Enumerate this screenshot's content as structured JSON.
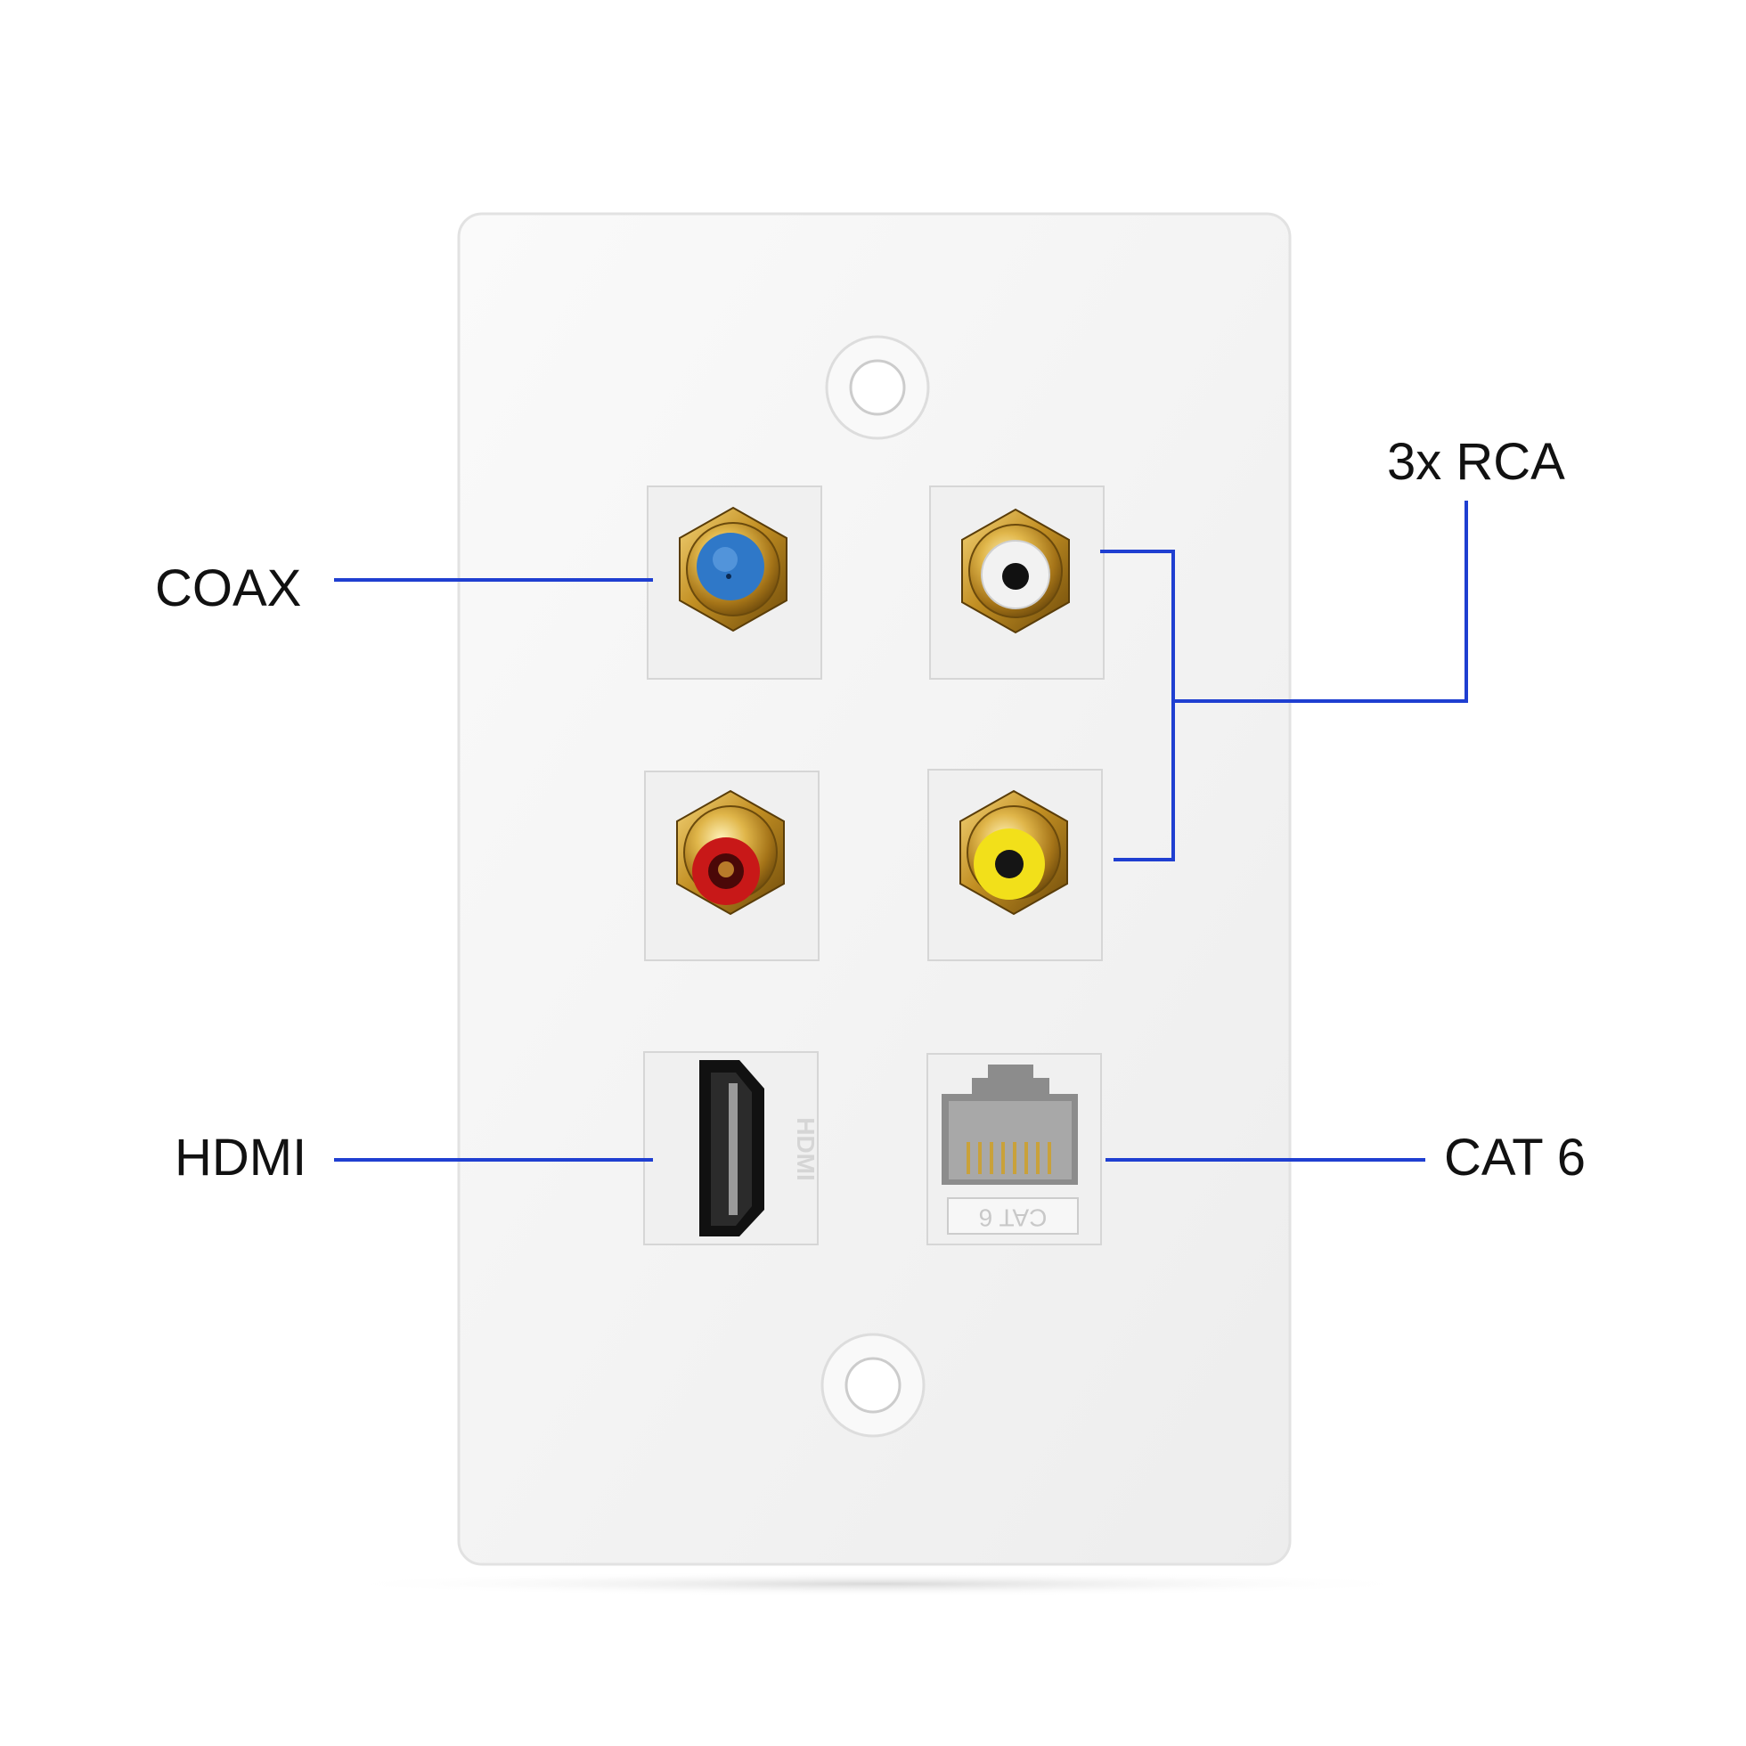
{
  "labels": {
    "coax": "COAX",
    "rca": "3x RCA",
    "hdmi": "HDMI",
    "cat6": "CAT 6"
  },
  "port_markings": {
    "hdmi": "HDMI",
    "cat6": "CAT 6"
  },
  "colors": {
    "callout_line": "#1f3fd1",
    "plate": "#f3f3f3",
    "coax_insulator": "#2f78c8",
    "rca_white": "#f2f2f2",
    "rca_red": "#c81818",
    "rca_yellow": "#f2e01a",
    "gold": "#c9a13a"
  },
  "ports": [
    {
      "name": "coax-port",
      "insulator": "blue"
    },
    {
      "name": "rca-white-port",
      "insulator": "white"
    },
    {
      "name": "rca-red-port",
      "insulator": "red"
    },
    {
      "name": "rca-yellow-port",
      "insulator": "yellow"
    },
    {
      "name": "hdmi-port",
      "type": "HDMI"
    },
    {
      "name": "cat6-port",
      "type": "RJ45"
    }
  ]
}
